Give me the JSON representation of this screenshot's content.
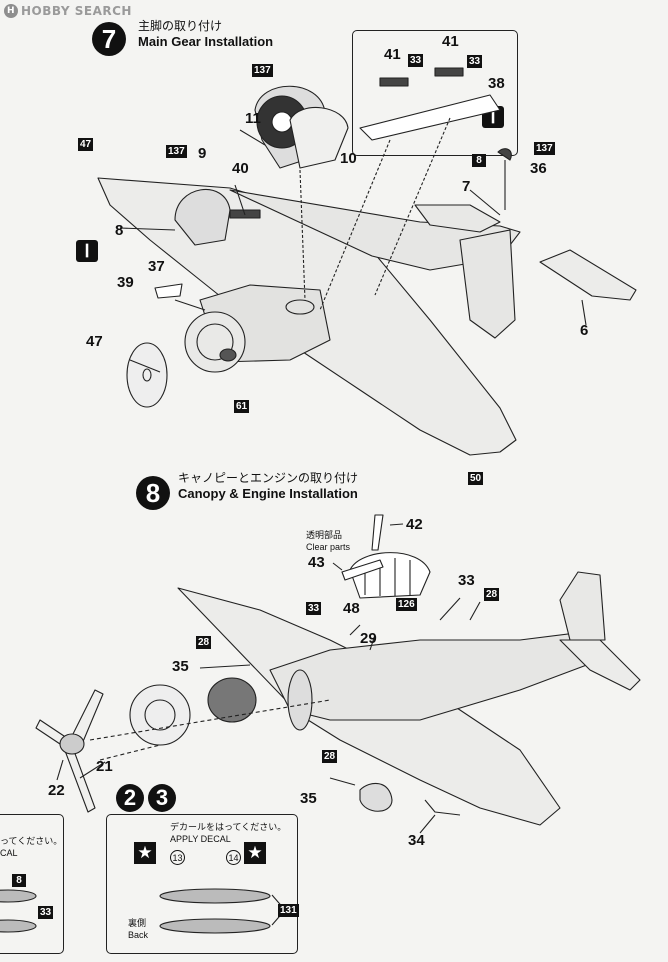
{
  "watermark": {
    "text": "HOBBY SEARCH"
  },
  "step7": {
    "number": "7",
    "title_jp": "主脚の取り付け",
    "title_en": "Main Gear Installation",
    "inset_marker": "Ⅰ",
    "side_marker": "Ⅰ",
    "labels": [
      "41",
      "41",
      "38",
      "36",
      "7",
      "6",
      "11",
      "10",
      "9",
      "40",
      "8",
      "37",
      "39",
      "47"
    ],
    "badges": [
      "137",
      "33",
      "33",
      "137",
      "8",
      "47",
      "137",
      "61",
      "50"
    ]
  },
  "step8": {
    "number": "8",
    "title_jp": "キャノピーとエンジンの取り付け",
    "title_en": "Canopy & Engine Installation",
    "clear_jp": "透明部品",
    "clear_en": "Clear parts",
    "labels": [
      "42",
      "43",
      "48",
      "29",
      "33",
      "35",
      "21",
      "22",
      "35",
      "34"
    ],
    "badges": [
      "33",
      "126",
      "28",
      "28",
      "28"
    ]
  },
  "decal_box": {
    "step_numbers": [
      "2",
      "3"
    ],
    "apply_jp": "デカールをはってください。",
    "apply_en": "APPLY DECAL",
    "decal_numbers": [
      "13",
      "14"
    ],
    "back_jp": "裏側",
    "back_en": "Back",
    "badge": "131"
  },
  "left_fragment": {
    "text_jp": "ってください。",
    "text_en": "CAL",
    "badges": [
      "8",
      "33"
    ]
  }
}
